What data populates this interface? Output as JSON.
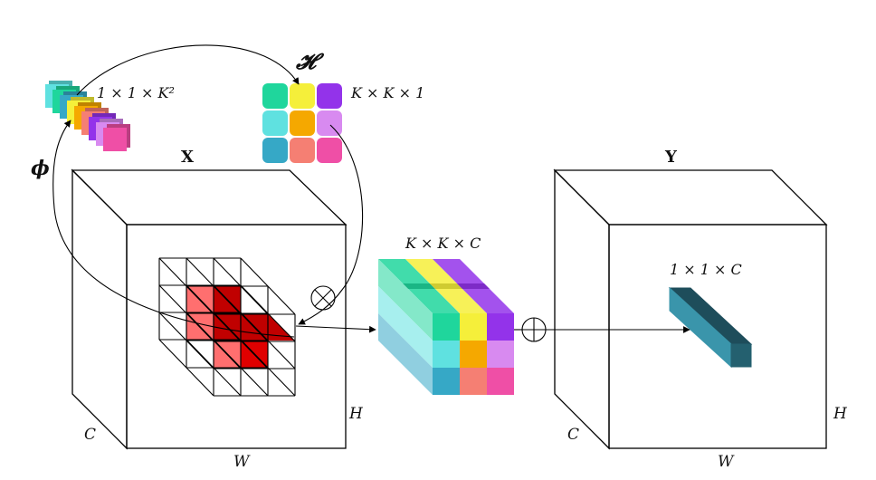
{
  "labels": {
    "x_title": "X",
    "y_title": "Y",
    "phi": "ϕ",
    "h_symbol": "𝓗",
    "kernel_vector_dim": "1 × 1 × K²",
    "kernel_grid_dim": "K × K × 1",
    "kernel_block_dim": "K × K × C",
    "output_pixel_dim": "1 × 1 × C",
    "h_axis_left": "H",
    "w_axis_left": "W",
    "c_axis_left": "C",
    "h_axis_right": "H",
    "w_axis_right": "W",
    "c_axis_right": "C"
  },
  "colors": {
    "kernel_palette": [
      "#1fd69c",
      "#f5ef3a",
      "#9333ea",
      "#5fe1e0",
      "#f5a800",
      "#d88af0",
      "#36a8c6",
      "#f57f73",
      "#ef4fa6"
    ],
    "patch_red_light": "#ff6f6f",
    "patch_red_mid": "#e00000",
    "patch_red_dark": "#c00000",
    "output_teal_front": "#3a95ab",
    "output_teal_top": "#1e4d5b",
    "output_teal_side": "#24606f"
  },
  "operators": {
    "multiply": "⊗",
    "add": "⊕"
  }
}
